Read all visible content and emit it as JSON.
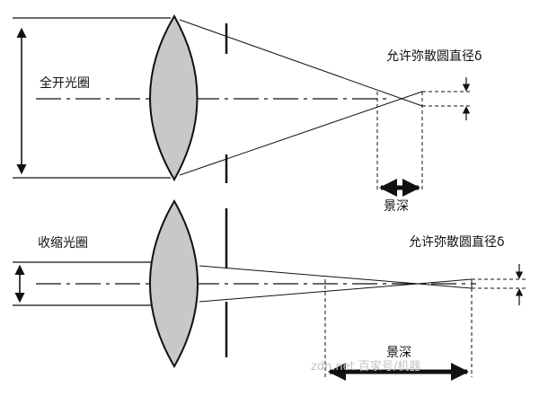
{
  "top": {
    "aperture_label": "全开光圈",
    "coc_label": "允许弥散圆直径δ",
    "dof_label": "景深"
  },
  "bottom": {
    "aperture_label": "收缩光圈",
    "coc_label": "允许弥散圆直径δ",
    "dof_label": "景深"
  },
  "watermark": "zdn.net 百家号/机器",
  "colors": {
    "lens_fill": "#c8c8c8",
    "stroke": "#111111"
  }
}
